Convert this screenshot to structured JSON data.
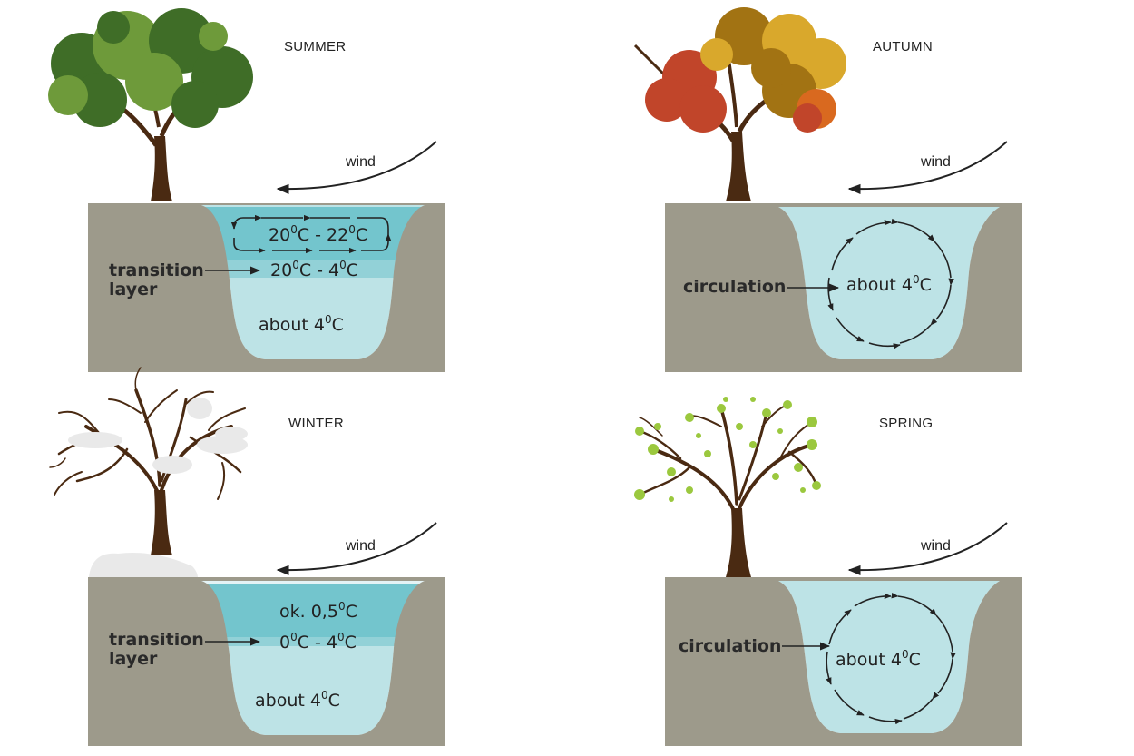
{
  "colors": {
    "ground": "#9d9a8b",
    "water_light": "#bde3e6",
    "water_mid": "#92d1d7",
    "water_warm": "#73c5cd",
    "ice": "#e4f3f5",
    "trunk": "#4a2a12",
    "summer_leaf_dark": "#3f6d27",
    "summer_leaf_light": "#6e9a3a",
    "autumn_red": "#c1452a",
    "autumn_orange": "#d9691f",
    "autumn_gold": "#d9a82c",
    "autumn_brown": "#a27313",
    "spring_leaf": "#9bc83e",
    "snow": "#e9e9e9"
  },
  "panels": {
    "summer": {
      "title": "SUMMER",
      "wind": "wind",
      "top_layer": {
        "base": "20",
        "sup1": "0",
        "mid": "C - 22",
        "sup2": "0",
        "end": "C"
      },
      "transition_temp": {
        "base": "20",
        "sup1": "0",
        "mid": "C - 4",
        "sup2": "0",
        "end": "C"
      },
      "bottom_temp": {
        "base": "about 4",
        "sup": "0",
        "end": "C"
      },
      "label_line1": "transition",
      "label_line2": "layer"
    },
    "autumn": {
      "title": "AUTUMN",
      "wind": "wind",
      "temp": {
        "base": "about 4",
        "sup": "0",
        "end": "C"
      },
      "label": "circulation"
    },
    "winter": {
      "title": "WINTER",
      "wind": "wind",
      "top_layer": {
        "base": "ok. 0,5",
        "sup": "0",
        "end": "C"
      },
      "transition_temp": {
        "base": "0",
        "sup1": "0",
        "mid": "C - 4",
        "sup2": "0",
        "end": "C"
      },
      "bottom_temp": {
        "base": "about 4",
        "sup": "0",
        "end": "C"
      },
      "label_line1": "transition",
      "label_line2": "layer"
    },
    "spring": {
      "title": "SPRING",
      "wind": "wind",
      "temp": {
        "base": "about 4",
        "sup": "0",
        "end": "C"
      },
      "label": "circulation"
    }
  }
}
